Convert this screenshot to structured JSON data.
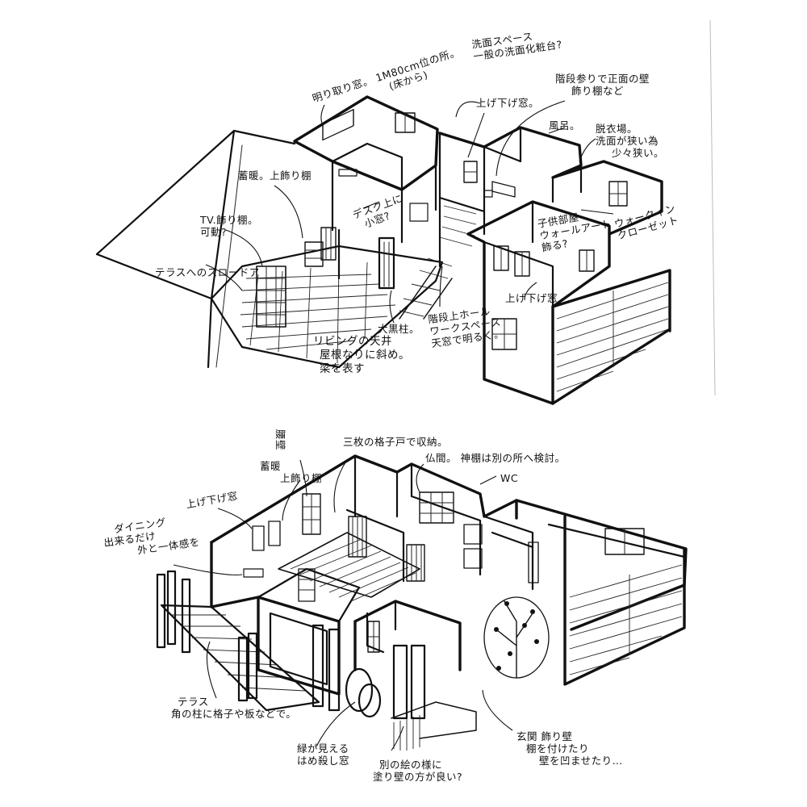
{
  "colors": {
    "ink": "#111111",
    "paper": "#ffffff"
  },
  "upper": {
    "notes": {
      "clerestory": [
        "明り取り窓。 1M80cm位の所。",
        "(床から)"
      ],
      "washroom_space": [
        "洗面スペース",
        "一般の洗面化粧台?"
      ],
      "stair_wall": [
        "階段参りで正面の壁",
        "飾り棚など"
      ],
      "sliding_window": [
        "上げ下げ窓。"
      ],
      "bath": [
        "風呂。"
      ],
      "dressing": [
        "脱衣場。",
        "洗面が狭い為",
        "少々狭い。"
      ],
      "storage": [
        "蓄暖。上飾り棚"
      ],
      "desk": [
        "デスク上に",
        "小窓?"
      ],
      "tv_shelf": [
        "TV.飾り棚。",
        "可動?"
      ],
      "bedroom": [
        "子供部屋",
        "ウォールアート",
        "飾る?"
      ],
      "walkin": [
        "ウォークイン",
        "クローゼット"
      ],
      "terrace_door": [
        "テラスへのスロードア"
      ],
      "sliding_window2": [
        "上げ下げ窓"
      ],
      "pillar": [
        "大黒柱。"
      ],
      "hall": [
        "階段上ホール",
        "ワークスペース",
        "天窓で明るく。"
      ],
      "living": [
        "リビングの天井",
        "屋根なりに斜め。",
        "梁を表す"
      ]
    }
  },
  "lower": {
    "notes": {
      "entrance": [
        "腰壁"
      ],
      "lattice": [
        "三枚の格子戸で収納。"
      ],
      "altar": [
        "仏間。 神棚は別の所へ検討。"
      ],
      "wc": [
        "WC"
      ],
      "storage": [
        "蓄暖",
        "上飾り棚"
      ],
      "window": [
        "上げ下げ窓"
      ],
      "dining": [
        "ダイニング",
        "出来るだけ",
        "外と一体感を"
      ],
      "terrace": [
        "テラス",
        "角の柱に格子や板などで。"
      ],
      "fixed_window": [
        "緑が見える",
        "はめ殺し窓"
      ],
      "plaster": [
        "別の絵の様に",
        "塗り壁の方が良い?"
      ],
      "tokonoma": [
        "玄関 飾り壁",
        "棚を付けたり",
        "壁を凹ませたり…"
      ]
    }
  }
}
